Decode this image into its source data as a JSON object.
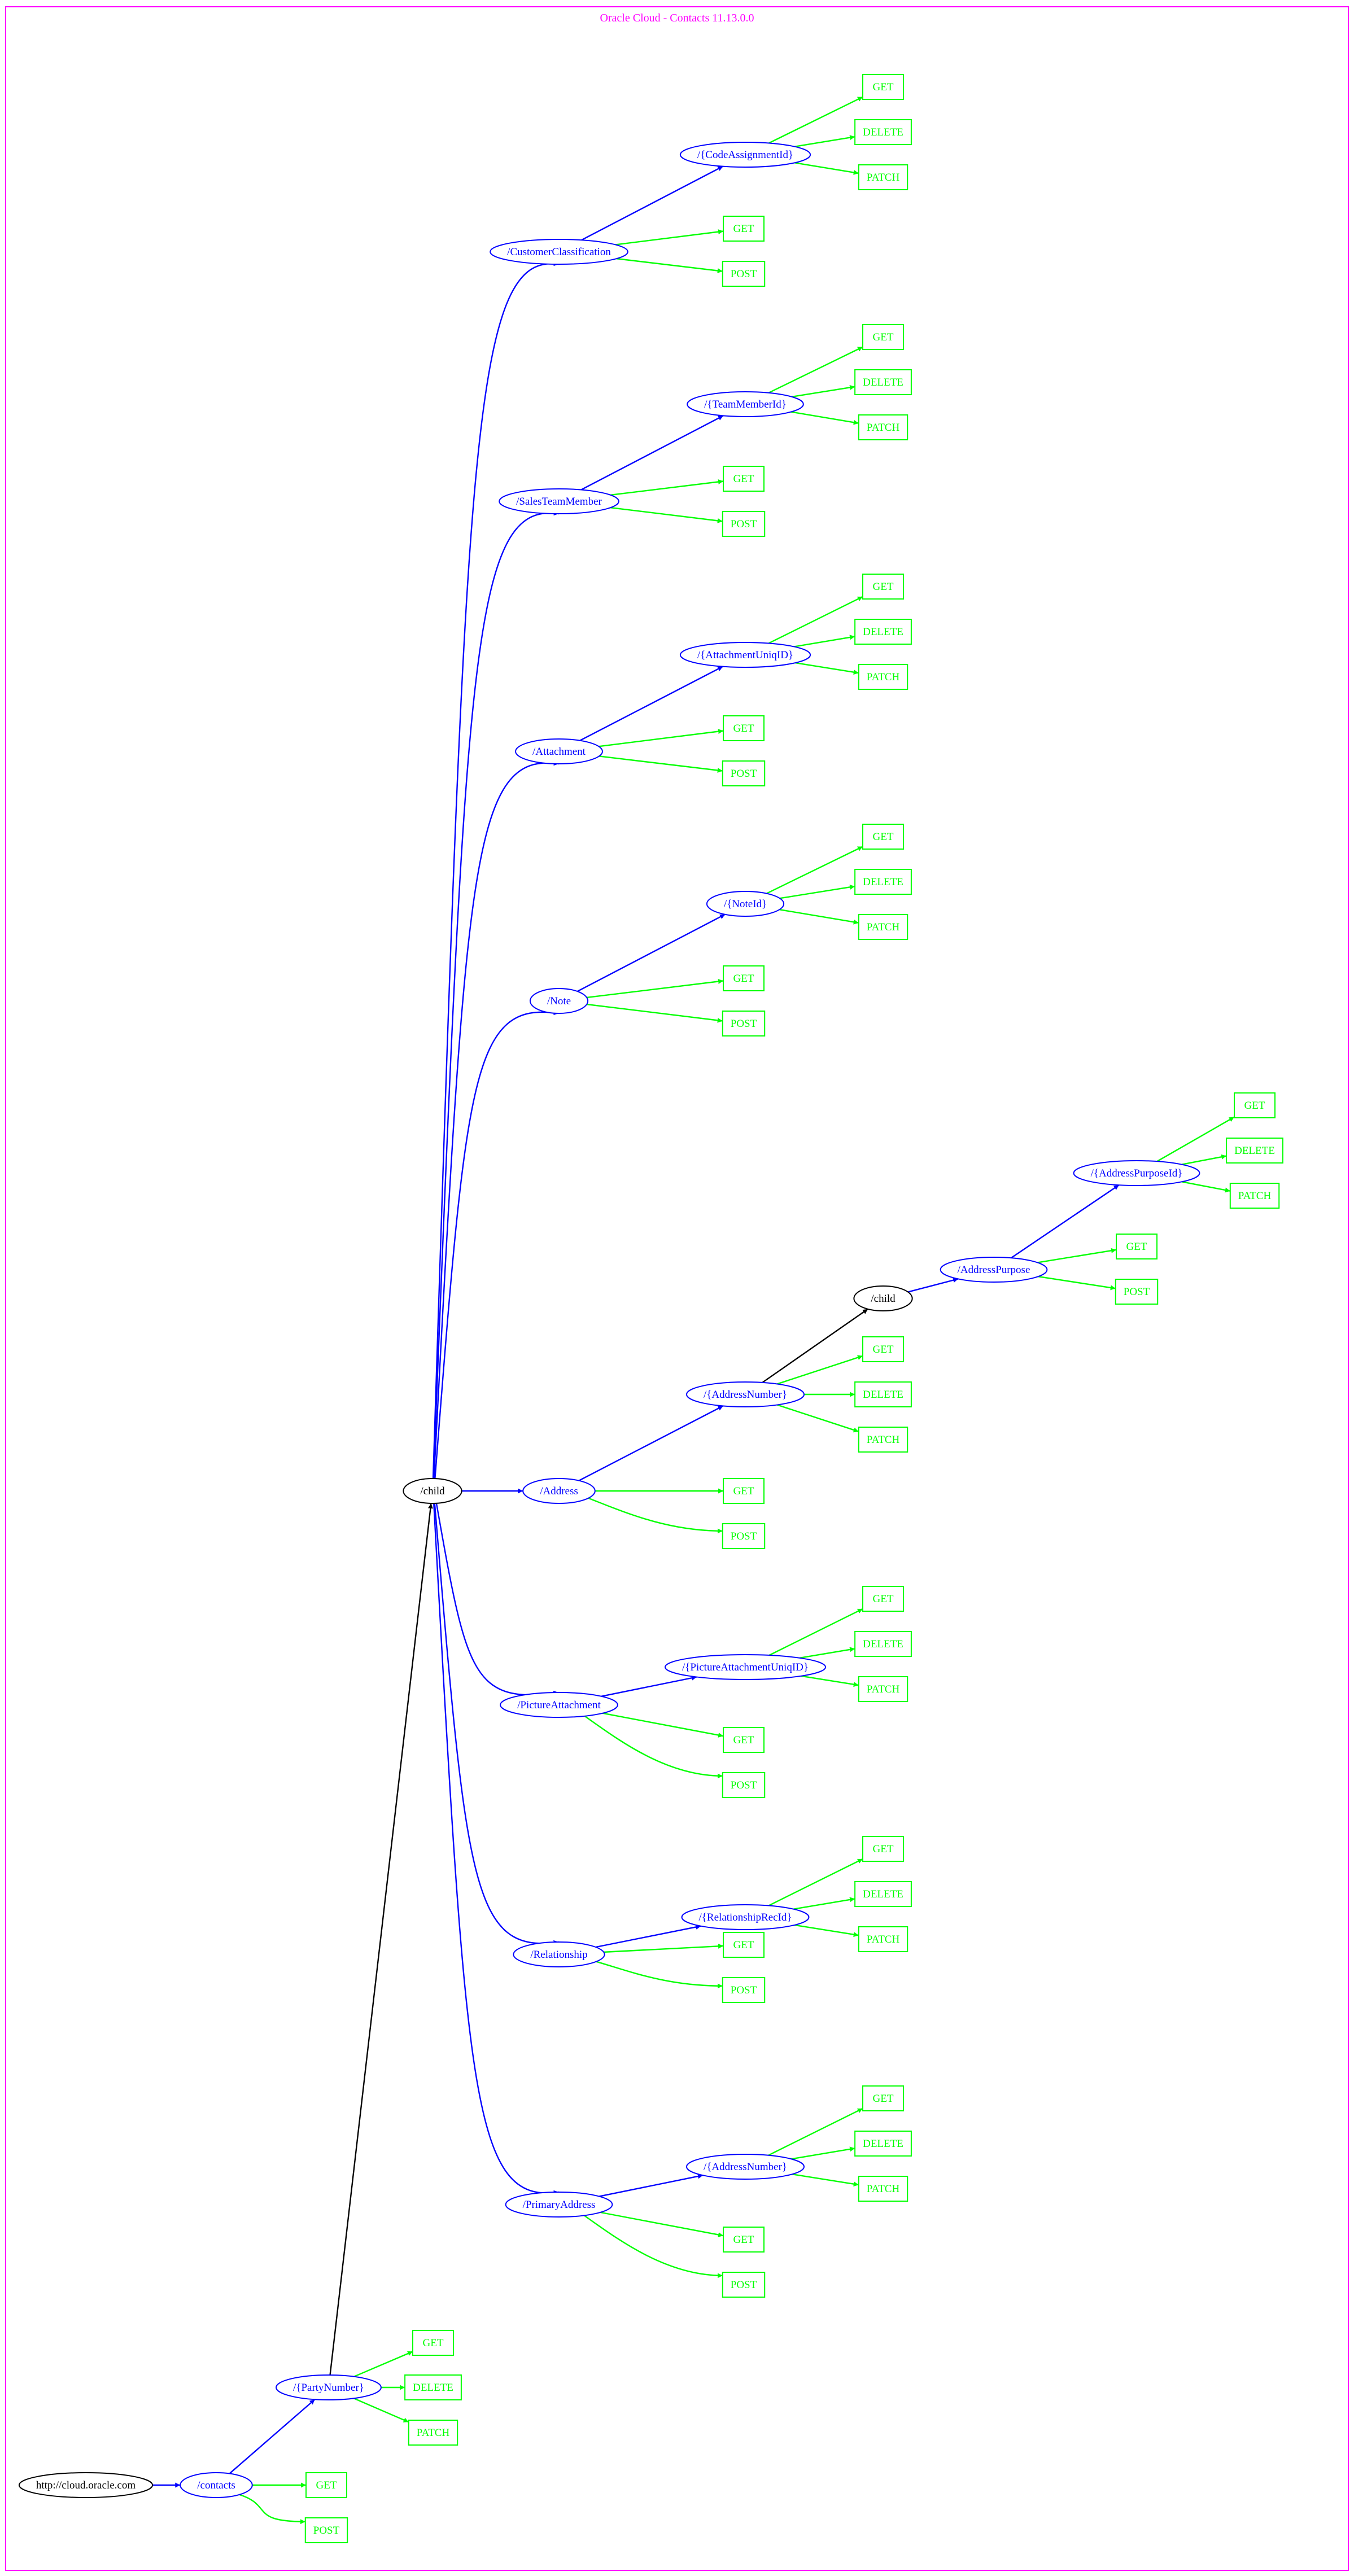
{
  "title": "Oracle Cloud - Contacts 11.13.0.0",
  "colors": {
    "frame": "#ff00ff",
    "resource": "#0000ff",
    "method": "#00ff00",
    "root": "#000000"
  },
  "nodes": [
    {
      "id": "root",
      "label": "http://cloud.oracle.com",
      "kind": "root"
    },
    {
      "id": "contacts",
      "label": "/contacts",
      "kind": "resource"
    },
    {
      "id": "contacts_get",
      "label": "GET",
      "kind": "method"
    },
    {
      "id": "contacts_post",
      "label": "POST",
      "kind": "method"
    },
    {
      "id": "party",
      "label": "/{PartyNumber}",
      "kind": "resource"
    },
    {
      "id": "party_get",
      "label": "GET",
      "kind": "method"
    },
    {
      "id": "party_delete",
      "label": "DELETE",
      "kind": "method"
    },
    {
      "id": "party_patch",
      "label": "PATCH",
      "kind": "method"
    },
    {
      "id": "child",
      "label": "/child",
      "kind": "root"
    },
    {
      "id": "cc",
      "label": "/CustomerClassification",
      "kind": "resource"
    },
    {
      "id": "cc_get",
      "label": "GET",
      "kind": "method"
    },
    {
      "id": "cc_post",
      "label": "POST",
      "kind": "method"
    },
    {
      "id": "cc_id",
      "label": "/{CodeAssignmentId}",
      "kind": "resource"
    },
    {
      "id": "cc_id_get",
      "label": "GET",
      "kind": "method"
    },
    {
      "id": "cc_id_delete",
      "label": "DELETE",
      "kind": "method"
    },
    {
      "id": "cc_id_patch",
      "label": "PATCH",
      "kind": "method"
    },
    {
      "id": "stm",
      "label": "/SalesTeamMember",
      "kind": "resource"
    },
    {
      "id": "stm_get",
      "label": "GET",
      "kind": "method"
    },
    {
      "id": "stm_post",
      "label": "POST",
      "kind": "method"
    },
    {
      "id": "stm_id",
      "label": "/{TeamMemberId}",
      "kind": "resource"
    },
    {
      "id": "stm_id_get",
      "label": "GET",
      "kind": "method"
    },
    {
      "id": "stm_id_delete",
      "label": "DELETE",
      "kind": "method"
    },
    {
      "id": "stm_id_patch",
      "label": "PATCH",
      "kind": "method"
    },
    {
      "id": "att",
      "label": "/Attachment",
      "kind": "resource"
    },
    {
      "id": "att_get",
      "label": "GET",
      "kind": "method"
    },
    {
      "id": "att_post",
      "label": "POST",
      "kind": "method"
    },
    {
      "id": "att_id",
      "label": "/{AttachmentUniqID}",
      "kind": "resource"
    },
    {
      "id": "att_id_get",
      "label": "GET",
      "kind": "method"
    },
    {
      "id": "att_id_delete",
      "label": "DELETE",
      "kind": "method"
    },
    {
      "id": "att_id_patch",
      "label": "PATCH",
      "kind": "method"
    },
    {
      "id": "note",
      "label": "/Note",
      "kind": "resource"
    },
    {
      "id": "note_get",
      "label": "GET",
      "kind": "method"
    },
    {
      "id": "note_post",
      "label": "POST",
      "kind": "method"
    },
    {
      "id": "note_id",
      "label": "/{NoteId}",
      "kind": "resource"
    },
    {
      "id": "note_id_get",
      "label": "GET",
      "kind": "method"
    },
    {
      "id": "note_id_delete",
      "label": "DELETE",
      "kind": "method"
    },
    {
      "id": "note_id_patch",
      "label": "PATCH",
      "kind": "method"
    },
    {
      "id": "addr",
      "label": "/Address",
      "kind": "resource"
    },
    {
      "id": "addr_get",
      "label": "GET",
      "kind": "method"
    },
    {
      "id": "addr_post",
      "label": "POST",
      "kind": "method"
    },
    {
      "id": "addr_id",
      "label": "/{AddressNumber}",
      "kind": "resource"
    },
    {
      "id": "addr_id_get",
      "label": "GET",
      "kind": "method"
    },
    {
      "id": "addr_id_delete",
      "label": "DELETE",
      "kind": "method"
    },
    {
      "id": "addr_id_patch",
      "label": "PATCH",
      "kind": "method"
    },
    {
      "id": "addr_child",
      "label": "/child",
      "kind": "root"
    },
    {
      "id": "ap",
      "label": "/AddressPurpose",
      "kind": "resource"
    },
    {
      "id": "ap_get",
      "label": "GET",
      "kind": "method"
    },
    {
      "id": "ap_post",
      "label": "POST",
      "kind": "method"
    },
    {
      "id": "ap_id",
      "label": "/{AddressPurposeId}",
      "kind": "resource"
    },
    {
      "id": "ap_id_get",
      "label": "GET",
      "kind": "method"
    },
    {
      "id": "ap_id_delete",
      "label": "DELETE",
      "kind": "method"
    },
    {
      "id": "ap_id_patch",
      "label": "PATCH",
      "kind": "method"
    },
    {
      "id": "pa",
      "label": "/PictureAttachment",
      "kind": "resource"
    },
    {
      "id": "pa_get",
      "label": "GET",
      "kind": "method"
    },
    {
      "id": "pa_post",
      "label": "POST",
      "kind": "method"
    },
    {
      "id": "pa_id",
      "label": "/{PictureAttachmentUniqID}",
      "kind": "resource"
    },
    {
      "id": "pa_id_get",
      "label": "GET",
      "kind": "method"
    },
    {
      "id": "pa_id_delete",
      "label": "DELETE",
      "kind": "method"
    },
    {
      "id": "pa_id_patch",
      "label": "PATCH",
      "kind": "method"
    },
    {
      "id": "rel",
      "label": "/Relationship",
      "kind": "resource"
    },
    {
      "id": "rel_get",
      "label": "GET",
      "kind": "method"
    },
    {
      "id": "rel_post",
      "label": "POST",
      "kind": "method"
    },
    {
      "id": "rel_id",
      "label": "/{RelationshipRecId}",
      "kind": "resource"
    },
    {
      "id": "rel_id_get",
      "label": "GET",
      "kind": "method"
    },
    {
      "id": "rel_id_delete",
      "label": "DELETE",
      "kind": "method"
    },
    {
      "id": "rel_id_patch",
      "label": "PATCH",
      "kind": "method"
    },
    {
      "id": "pad",
      "label": "/PrimaryAddress",
      "kind": "resource"
    },
    {
      "id": "pad_get",
      "label": "GET",
      "kind": "method"
    },
    {
      "id": "pad_post",
      "label": "POST",
      "kind": "method"
    },
    {
      "id": "pad_id",
      "label": "/{AddressNumber}",
      "kind": "resource"
    },
    {
      "id": "pad_id_get",
      "label": "GET",
      "kind": "method"
    },
    {
      "id": "pad_id_delete",
      "label": "DELETE",
      "kind": "method"
    },
    {
      "id": "pad_id_patch",
      "label": "PATCH",
      "kind": "method"
    }
  ],
  "edges": [
    [
      "root",
      "contacts"
    ],
    [
      "contacts",
      "contacts_get"
    ],
    [
      "contacts",
      "contacts_post"
    ],
    [
      "contacts",
      "party"
    ],
    [
      "party",
      "party_get"
    ],
    [
      "party",
      "party_delete"
    ],
    [
      "party",
      "party_patch"
    ],
    [
      "party",
      "child"
    ],
    [
      "child",
      "cc"
    ],
    [
      "child",
      "stm"
    ],
    [
      "child",
      "att"
    ],
    [
      "child",
      "note"
    ],
    [
      "child",
      "addr"
    ],
    [
      "child",
      "pa"
    ],
    [
      "child",
      "rel"
    ],
    [
      "child",
      "pad"
    ],
    [
      "cc",
      "cc_get"
    ],
    [
      "cc",
      "cc_post"
    ],
    [
      "cc",
      "cc_id"
    ],
    [
      "cc_id",
      "cc_id_get"
    ],
    [
      "cc_id",
      "cc_id_delete"
    ],
    [
      "cc_id",
      "cc_id_patch"
    ],
    [
      "stm",
      "stm_get"
    ],
    [
      "stm",
      "stm_post"
    ],
    [
      "stm",
      "stm_id"
    ],
    [
      "stm_id",
      "stm_id_get"
    ],
    [
      "stm_id",
      "stm_id_delete"
    ],
    [
      "stm_id",
      "stm_id_patch"
    ],
    [
      "att",
      "att_get"
    ],
    [
      "att",
      "att_post"
    ],
    [
      "att",
      "att_id"
    ],
    [
      "att_id",
      "att_id_get"
    ],
    [
      "att_id",
      "att_id_delete"
    ],
    [
      "att_id",
      "att_id_patch"
    ],
    [
      "note",
      "note_get"
    ],
    [
      "note",
      "note_post"
    ],
    [
      "note",
      "note_id"
    ],
    [
      "note_id",
      "note_id_get"
    ],
    [
      "note_id",
      "note_id_delete"
    ],
    [
      "note_id",
      "note_id_patch"
    ],
    [
      "addr",
      "addr_get"
    ],
    [
      "addr",
      "addr_post"
    ],
    [
      "addr",
      "addr_id"
    ],
    [
      "addr_id",
      "addr_id_get"
    ],
    [
      "addr_id",
      "addr_id_delete"
    ],
    [
      "addr_id",
      "addr_id_patch"
    ],
    [
      "addr_id",
      "addr_child"
    ],
    [
      "addr_child",
      "ap"
    ],
    [
      "ap",
      "ap_get"
    ],
    [
      "ap",
      "ap_post"
    ],
    [
      "ap",
      "ap_id"
    ],
    [
      "ap_id",
      "ap_id_get"
    ],
    [
      "ap_id",
      "ap_id_delete"
    ],
    [
      "ap_id",
      "ap_id_patch"
    ],
    [
      "pa",
      "pa_get"
    ],
    [
      "pa",
      "pa_post"
    ],
    [
      "pa",
      "pa_id"
    ],
    [
      "pa_id",
      "pa_id_get"
    ],
    [
      "pa_id",
      "pa_id_delete"
    ],
    [
      "pa_id",
      "pa_id_patch"
    ],
    [
      "rel",
      "rel_get"
    ],
    [
      "rel",
      "rel_post"
    ],
    [
      "rel",
      "rel_id"
    ],
    [
      "rel_id",
      "rel_id_get"
    ],
    [
      "rel_id",
      "rel_id_delete"
    ],
    [
      "rel_id",
      "rel_id_patch"
    ],
    [
      "pad",
      "pad_get"
    ],
    [
      "pad",
      "pad_post"
    ],
    [
      "pad",
      "pad_id"
    ],
    [
      "pad_id",
      "pad_id_get"
    ],
    [
      "pad_id",
      "pad_id_delete"
    ],
    [
      "pad_id",
      "pad_id_patch"
    ]
  ]
}
